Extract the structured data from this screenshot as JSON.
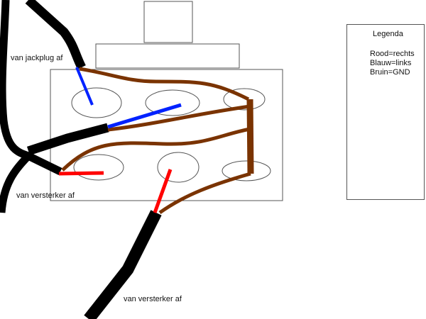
{
  "labels": {
    "jackplug": "van jackplug af",
    "amp_left": "van versterker af",
    "amp_bottom": "van versterker af"
  },
  "legend": {
    "title": "Legenda",
    "items": [
      "Rood=rechts",
      "Blauw=links",
      "Bruin=GND"
    ]
  },
  "colors": {
    "red": "#ff0000",
    "blue": "#0022ff",
    "brown": "#7a3300",
    "black": "#000000"
  }
}
